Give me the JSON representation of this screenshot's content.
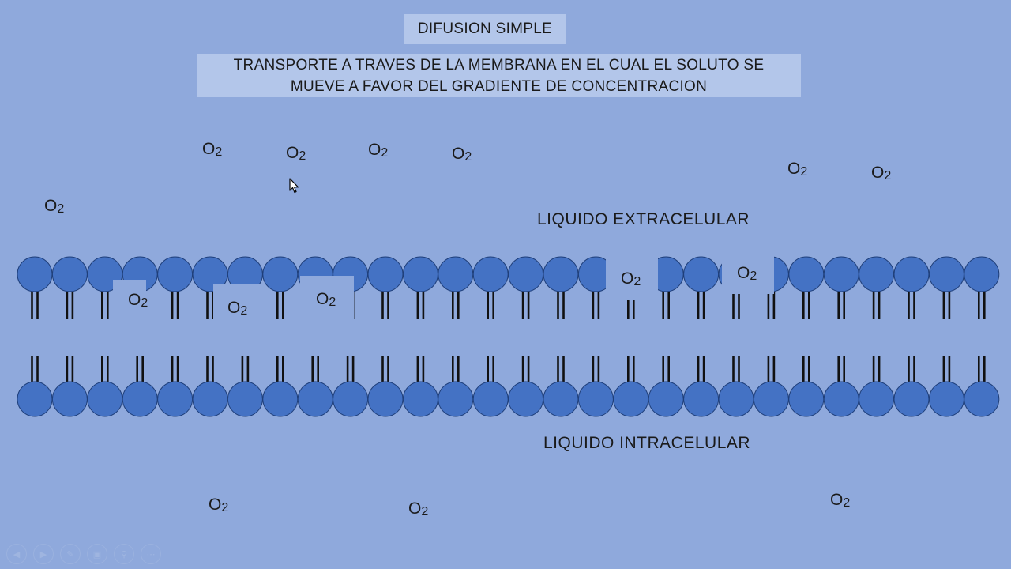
{
  "slide": {
    "title": "DIFUSION SIMPLE",
    "definition_line1": "TRANSPORTE A TRAVES DE LA MEMBRANA EN EL CUAL EL SOLUTO SE",
    "definition_line2": "MUEVE A FAVOR DEL GRADIENTE DE CONCENTRACION",
    "label_extracellular": "LIQUIDO EXTRACELULAR",
    "label_intracellular": "LIQUIDO INTRACELULAR"
  },
  "molecule": {
    "letter": "O",
    "subscript": "2"
  },
  "colors": {
    "background": "#8fa9dc",
    "box": "#b3c6ea",
    "phospholipid_head": "#4472c4",
    "tail": "#111111"
  },
  "icons": {
    "cursor": "arrow-cursor-icon",
    "controls": [
      "prev-icon",
      "next-icon",
      "pen-icon",
      "slides-icon",
      "zoom-icon",
      "more-icon"
    ]
  }
}
